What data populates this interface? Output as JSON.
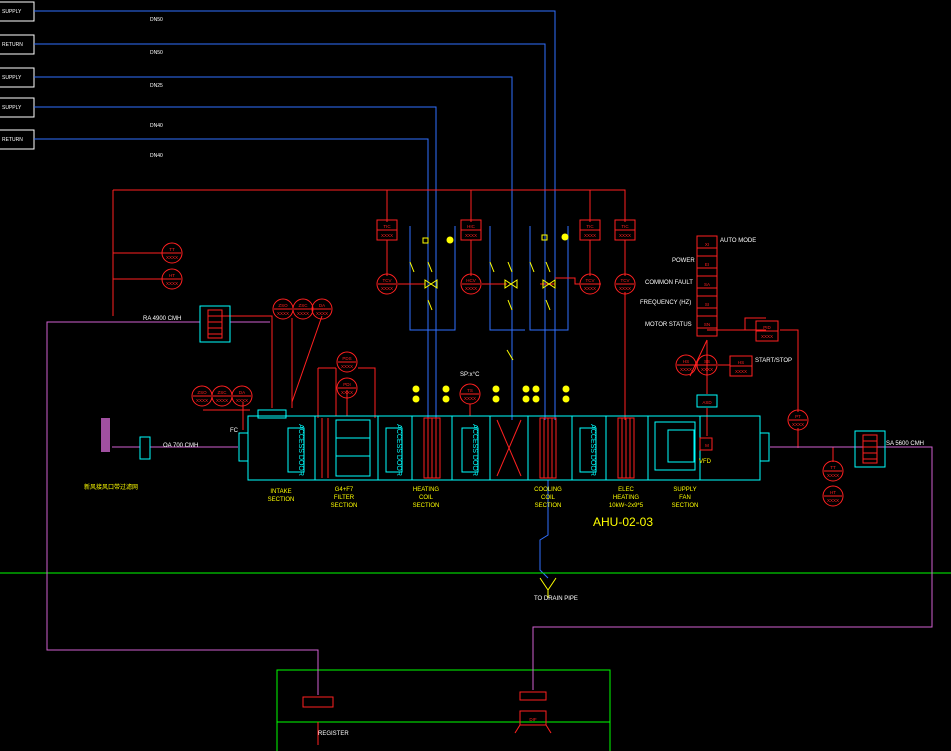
{
  "pipes": {
    "labels": [
      "SUPPLY",
      "RETURN",
      "SUPPLY",
      "SUPPLY",
      "RETURN"
    ],
    "sizes": [
      "DN50",
      "DN50",
      "DN25",
      "DN40",
      "DN40"
    ]
  },
  "airflows": {
    "return": "RA 4900 CMH",
    "outdoor": "OA 700 CMH",
    "supply": "SA 5600 CMH"
  },
  "sections": [
    {
      "line1": "INTAKE",
      "line2": "SECTION"
    },
    {
      "line1": "G4+F7",
      "line2": "FILTER",
      "line3": "SECTION"
    },
    {
      "line1": "HEATING",
      "line2": "COIL",
      "line3": "SECTION"
    },
    {
      "line1": "COOLING",
      "line2": "COIL",
      "line3": "SECTION"
    },
    {
      "line1": "ELEC",
      "line2": "HEATING",
      "line3": "10kW~2x9*5"
    },
    {
      "line1": "SUPPLY",
      "line2": "FAN",
      "line3": "SECTION"
    }
  ],
  "status_points": [
    "AUTO MODE",
    "POWER",
    "COMMON FAULT",
    "FREQUENCY (HZ)",
    "MOTOR STATUS"
  ],
  "status_codes": [
    "XI",
    "EI",
    "SA",
    "SI",
    "SN"
  ],
  "controller_tags": {
    "tic": "TIC",
    "tcv": "TCV",
    "hic": "HIC",
    "hcv": "HCV",
    "tt": "TT",
    "ht": "HT",
    "zso": "ZSO",
    "zsc": "ZSC",
    "da": "DA",
    "pds": "PDS",
    "pdi": "PDI",
    "ts": "TS",
    "pt": "PT",
    "hs": "HS",
    "ss": "SS",
    "pid": "PID",
    "xxxx": "XXXX"
  },
  "misc": {
    "ahu_tag": "AHU-02-03",
    "setpoint": "SP:x°C",
    "fc": "FC",
    "asd": "ASD",
    "vfd": "VFD",
    "m": "M",
    "start_stop": "START/STOP",
    "drain": "TO DRAIN PIPE",
    "register": "REGISTER",
    "dif": "DIF",
    "access_door": "ACCESS DOOR",
    "intake_note": "新风接风口带过滤网"
  },
  "colors": {
    "duct": "#00ffff",
    "control": "#ff2020",
    "water": "#3070ff",
    "air": "#d060d0",
    "label": "#ffff00",
    "text": "#ffffff",
    "floor": "#00ff00"
  }
}
